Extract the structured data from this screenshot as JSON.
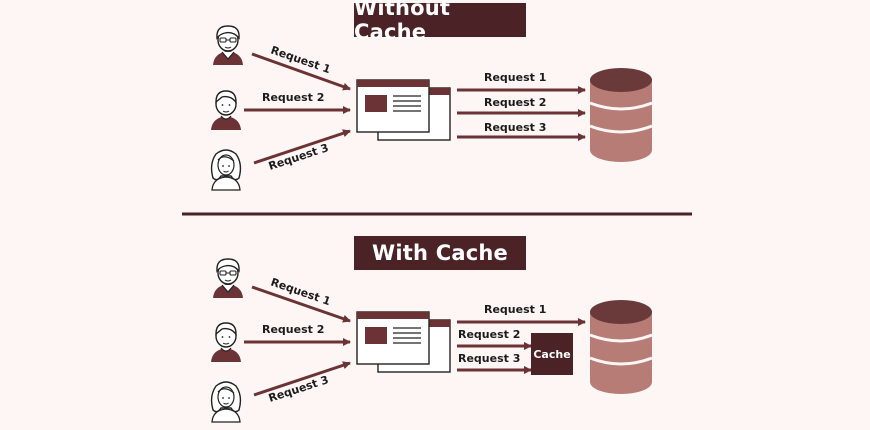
{
  "titles": {
    "top": "Without Cache",
    "bottom": "With Cache"
  },
  "colors": {
    "dark": "#4b2326",
    "arrow": "#6b3336",
    "db_light": "#b77c76",
    "db_dark": "#6a3a3a",
    "window_fill": "#ffffff",
    "background": "#fdf6f4"
  },
  "top_section": {
    "client_requests": [
      "Request 1",
      "Request 2",
      "Request 3"
    ],
    "server_requests": [
      "Request 1",
      "Request 2",
      "Request 3"
    ]
  },
  "bottom_section": {
    "client_requests": [
      "Request 1",
      "Request 2",
      "Request 3"
    ],
    "server_requests": [
      "Request 1",
      "Request 2",
      "Request 3"
    ],
    "cache_label": "Cache"
  },
  "icons": [
    "user-icon",
    "browser-window-icon",
    "database-icon",
    "cache-box"
  ]
}
